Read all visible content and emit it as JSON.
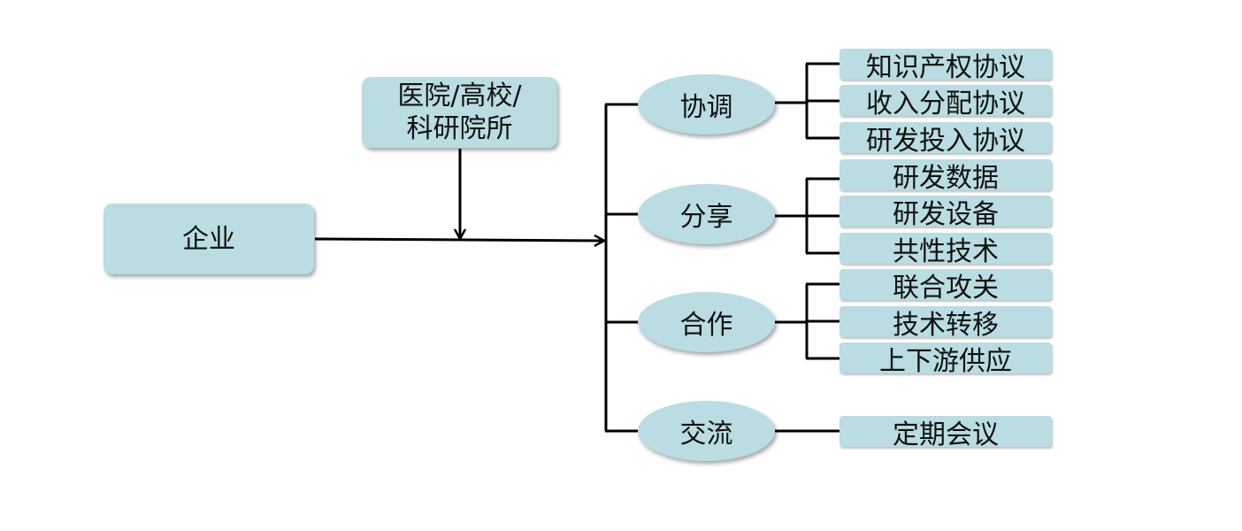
{
  "nodes": {
    "enterprise": "企业",
    "institution_line1": "医院/高校/",
    "institution_line2": "科研院所"
  },
  "groups": [
    {
      "label": "协调",
      "items": [
        "知识产权协议",
        "收入分配协议",
        "研发投入协议"
      ]
    },
    {
      "label": "分享",
      "items": [
        "研发数据",
        "研发设备",
        "共性技术"
      ]
    },
    {
      "label": "合作",
      "items": [
        "联合攻关",
        "技术转移",
        "上下游供应"
      ]
    },
    {
      "label": "交流",
      "items": [
        "定期会议"
      ]
    }
  ],
  "colors": {
    "fill": "#b9dde2",
    "line": "#000000"
  }
}
